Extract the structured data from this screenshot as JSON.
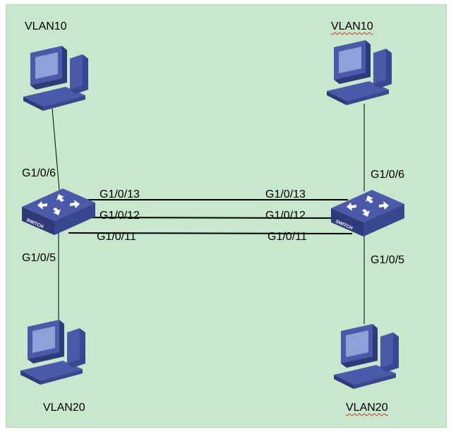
{
  "hosts": {
    "top_left": {
      "vlan": "VLAN10"
    },
    "top_right": {
      "vlan": "VLAN10"
    },
    "bottom_left": {
      "vlan": "VLAN20"
    },
    "bottom_right": {
      "vlan": "VLAN20"
    }
  },
  "switches": {
    "left": {
      "label": "SWITCH",
      "up_port": "G1/0/6",
      "down_port": "G1/0/5"
    },
    "right": {
      "label": "SWITCH",
      "up_port": "G1/0/6",
      "down_port": "G1/0/5"
    }
  },
  "trunk_links": [
    {
      "left_port": "G1/0/13",
      "right_port": "G1/0/13"
    },
    {
      "left_port": "G1/0/12",
      "right_port": "G1/0/12"
    },
    {
      "left_port": "G1/0/11",
      "right_port": "G1/0/11"
    }
  ],
  "colors": {
    "background": "#c9e7cc",
    "device_fill": "#4a5aa8",
    "device_dark": "#2e3a7a",
    "link": "#000000"
  }
}
